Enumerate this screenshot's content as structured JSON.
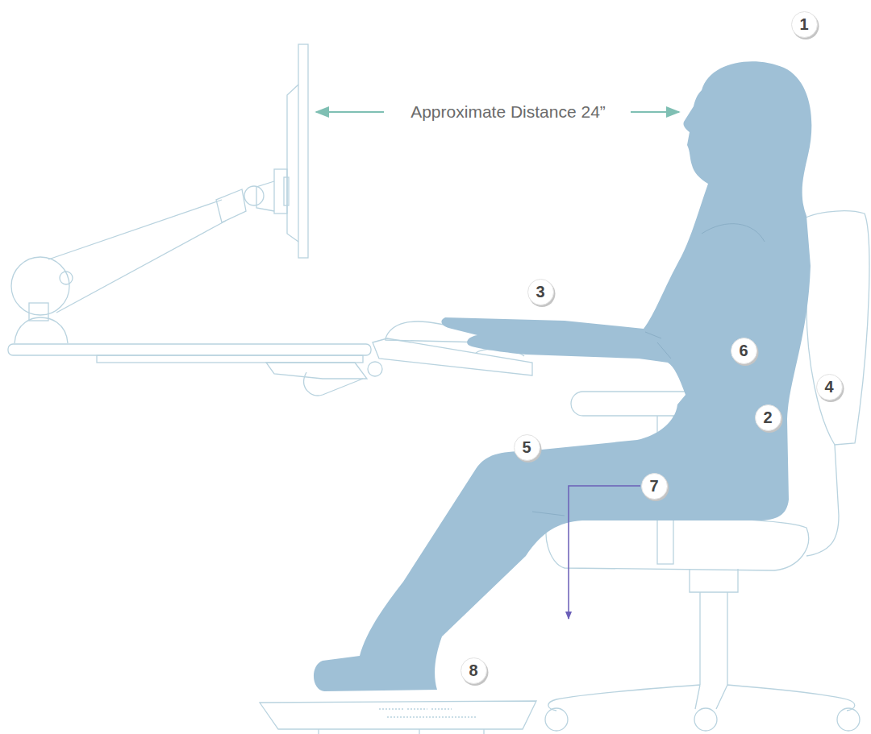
{
  "diagram": {
    "nodes": [
      {
        "text": [
          "1"
        ]
      },
      {
        "text": [
          "3"
        ]
      },
      {
        "text": [
          "6"
        ]
      },
      {
        "text": [
          "4"
        ]
      },
      {
        "text": [
          "2"
        ]
      },
      {
        "text": [
          "5"
        ]
      },
      {
        "text": [
          "7"
        ]
      },
      {
        "text": [
          "8"
        ]
      }
    ],
    "labels": [
      "Approximate Distance 24”"
    ]
  }
}
